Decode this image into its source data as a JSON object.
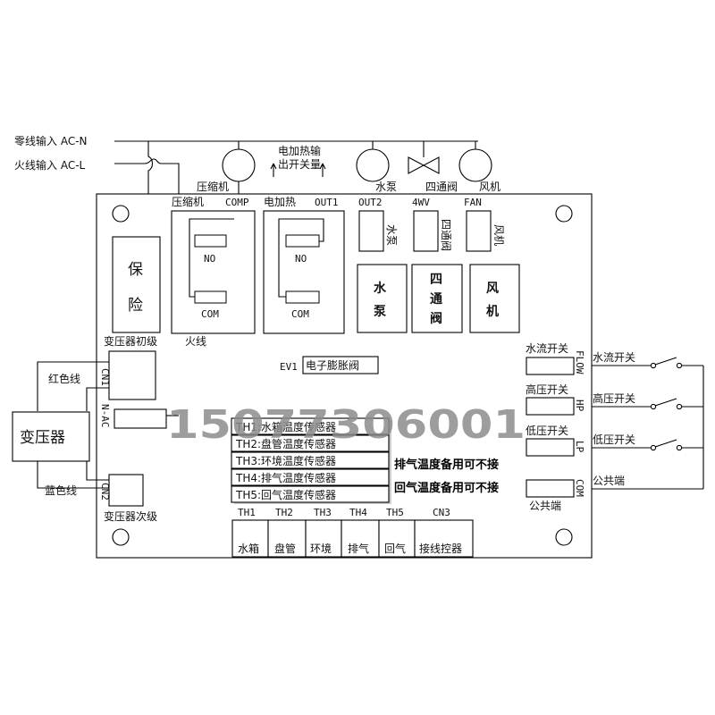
{
  "inputs": {
    "neutral": "零线输入 AC-N",
    "live": "火线输入 AC-L"
  },
  "loads": {
    "compressor": "压缩机",
    "heater_output": [
      "电加热输",
      "出开关量"
    ],
    "pump": "水泵",
    "four_way_valve": "四通阀",
    "fan": "风机"
  },
  "relays": {
    "comp_name": "压缩机",
    "comp_tag": "COMP",
    "heat_name": "电加热",
    "heat_tag": "OUT1",
    "no": "NO",
    "com": "COM"
  },
  "terminals": {
    "out2": "OUT2",
    "fourwv": "4WV",
    "fan": "FAN",
    "out2_label": "水泵",
    "fourwv_label": "四通阀",
    "fan_label": "风机"
  },
  "indicators": {
    "pump": [
      "水",
      "泵"
    ],
    "valve": [
      "四",
      "通",
      "阀"
    ],
    "fan": [
      "风",
      "机"
    ]
  },
  "fuse": [
    "保",
    "险"
  ],
  "live_label": "火线",
  "transformer": {
    "primary": "变压器初级",
    "secondary": "变压器次级",
    "name": "变压器",
    "red": "红色线",
    "blue": "蓝色线",
    "cn1": "CN1",
    "cn2": "CN2",
    "nac": "N-AC"
  },
  "ev1": {
    "tag": "EV1",
    "label": "电子膨胀阀"
  },
  "sensors": [
    "TH1:水箱温度传感器",
    "TH2:盘管温度传感器",
    "TH3:环境温度传感器",
    "TH4:排气温度传感器",
    "TH5:回气温度传感器"
  ],
  "notes": [
    "排气温度备用可不接",
    "回气温度备用可不接"
  ],
  "connectors": {
    "tags": [
      "TH1",
      "TH2",
      "TH3",
      "TH4",
      "TH5",
      "CN3"
    ],
    "labels": [
      "水箱",
      "盘管",
      "环境",
      "排气",
      "回气",
      "接线控器"
    ]
  },
  "switches": {
    "board_labels": [
      "水流开关",
      "高压开关",
      "低压开关"
    ],
    "tags": [
      "FLOW",
      "HP",
      "LP",
      "COM"
    ],
    "ext_labels": [
      "水流开关",
      "高压开关",
      "低压开关",
      "公共端"
    ],
    "common_board": "公共端"
  },
  "watermark": "15077306001"
}
